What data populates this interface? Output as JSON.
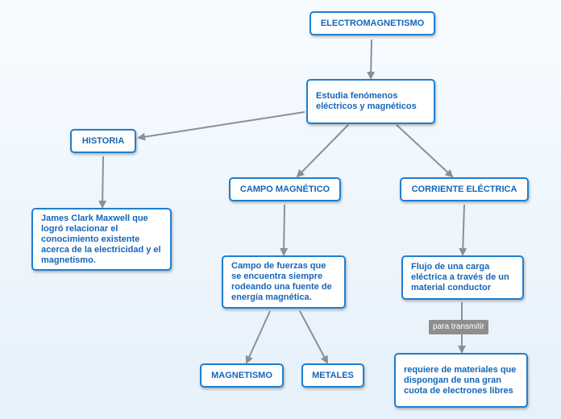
{
  "colors": {
    "node_border": "#1f7fd0",
    "node_text": "#1566b8",
    "connector": "#8a9099",
    "label_bg": "#8e8e8e"
  },
  "nodes": {
    "root": "ELECTROMAGNETISMO",
    "studies": "Estudia fenómenos eléctricos y magnéticos",
    "history": "HISTORIA",
    "magnetic_field": "CAMPO MAGNÉTICO",
    "electric_current": "CORRIENTE ELÉCTRICA",
    "maxwell": "James Clark Maxwell que logró relacionar el conocimiento existente acerca de la electricidad y el magnetismo.",
    "force_field": "Campo de fuerzas que se encuentra siempre rodeando una fuente de energía magnética.",
    "charge_flow": "Flujo de una carga eléctrica a través de un material conductor",
    "magnetism": "MAGNETISMO",
    "metals": "METALES",
    "requirement": "requiere de materiales que dispongan de una gran cuota de electrones libres"
  },
  "link_labels": {
    "transmit": "para transmitir"
  }
}
